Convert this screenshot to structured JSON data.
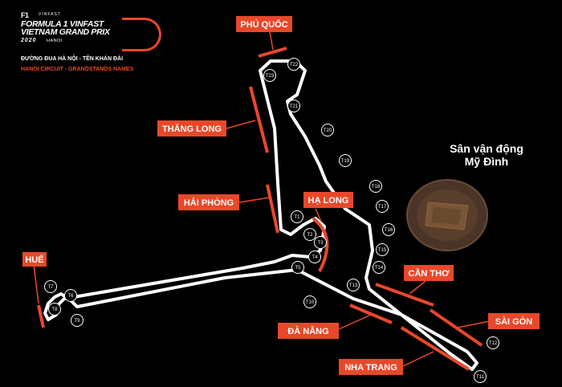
{
  "brand": {
    "f1": "F1",
    "vinfast_small": "VINFAST",
    "title_line1": "FORMULA 1 VINFAST",
    "title_line2": "VIETNAM GRAND PRIX",
    "year": "2020",
    "city": "HANOI"
  },
  "subtitle_vi": "ĐƯỜNG ĐUA HÀ NỘI - TÊN KHÁN ĐÀI",
  "subtitle_en": "HANOI CIRCUIT - GRANDSTANDS NAMES",
  "stadium": {
    "line1": "Sân vận động",
    "line2": "Mỹ Đình"
  },
  "grandstands": {
    "phu_quoc": "PHÚ QUỐC",
    "thang_long": "THĂNG LONG",
    "hai_phong": "HẢI PHÒNG",
    "ha_long": "HẠ LONG",
    "hue": "HUẾ",
    "can_tho": "CẦN THƠ",
    "da_nang": "ĐÀ NẴNG",
    "sai_gon": "SÀI GÒN",
    "nha_trang": "NHA TRANG"
  },
  "turns": [
    "T1",
    "T2",
    "T3",
    "T4",
    "T5",
    "T6",
    "T7",
    "T8",
    "T9",
    "T10",
    "T11",
    "T12",
    "T13",
    "T14",
    "T15",
    "T16",
    "T17",
    "T18",
    "T19",
    "T20",
    "T21",
    "T22",
    "T23"
  ],
  "colors": {
    "background": "#000000",
    "track": "#ffffff",
    "accent": "#e8482a",
    "text": "#ffffff"
  }
}
